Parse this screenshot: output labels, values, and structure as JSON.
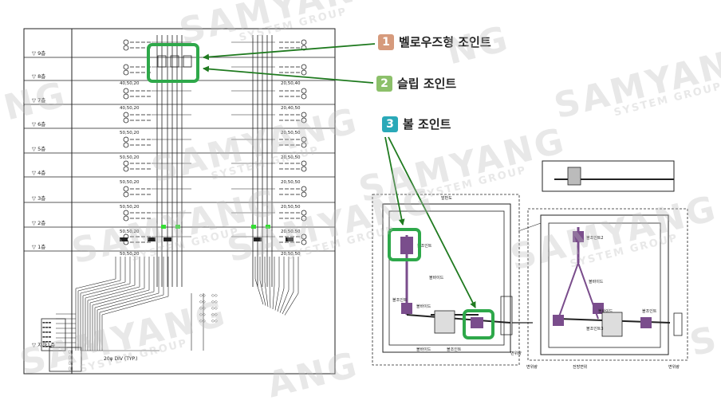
{
  "colors": {
    "line": "#222222",
    "green_highlight": "#2ea84a",
    "arrow_green": "#1f7a1f",
    "purple_joint": "#7a4d8c",
    "cyan_bar": "#33dd33",
    "badge1": "#d69a7c",
    "badge2": "#8cc06a",
    "badge3": "#2aa9b8"
  },
  "legend": [
    {
      "number": "1",
      "label": "벨로우즈형 조인트"
    },
    {
      "number": "2",
      "label": "슬립 조인트"
    },
    {
      "number": "3",
      "label": "볼 조인트"
    }
  ],
  "riser": {
    "floor_labels": [
      "▽ 9층",
      "▽ 8층",
      "▽ 7층",
      "▽ 6층",
      "▽ 5층",
      "▽ 4층",
      "▽ 3층",
      "▽ 2층",
      "▽ 1층",
      "▽ 지하1층"
    ],
    "left_pipe_labels": [
      "40,50,20",
      "40,50,20",
      "50,50,20",
      "50,50,20",
      "50,50,20",
      "50,50,20",
      "50,50,20"
    ],
    "right_pipe_labels": [
      "20,50,40",
      "20,40,50",
      "20,50,50",
      "20,50,50",
      "20,50,50",
      "20,50,50",
      "20,50,50"
    ],
    "bottom_left_label": "50,50,20",
    "bottom_right_label": "20,50,50",
    "drain_note": "20φ DIV (TYP.)"
  },
  "plan": {
    "labels_left": [
      "볼조인트",
      "볼바이드",
      "볼바이드",
      "볼조인트",
      "볼바이드",
      "볼조인트"
    ],
    "labels_right": [
      "볼조인트2",
      "볼바이드",
      "볼바이드",
      "볼조인트3",
      "볼조인트"
    ],
    "dim_labels": [
      "발판도",
      "변위량",
      "변위량",
      "전방변위",
      "변위량"
    ]
  },
  "watermark": {
    "brand": "SAMYANG",
    "sub": "SYSTEM GROUP"
  }
}
